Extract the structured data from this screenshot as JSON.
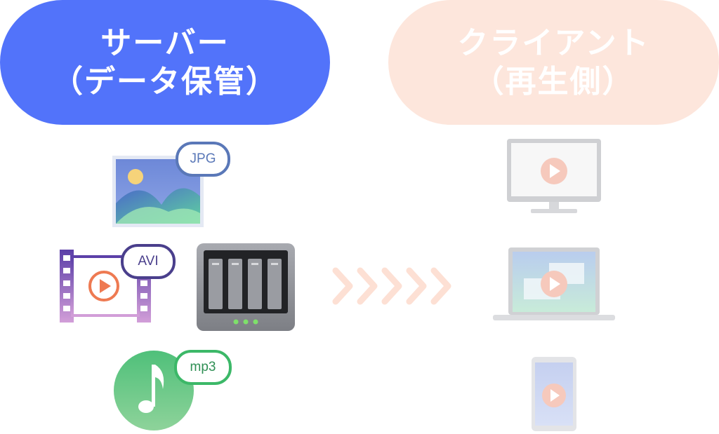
{
  "server": {
    "title_line1": "サーバー",
    "title_line2": "（データ保管）",
    "color": "#5273fa"
  },
  "client": {
    "title_line1": "クライアント",
    "title_line2": "（再生側）",
    "color": "#fde6dc"
  },
  "files": [
    {
      "type": "image",
      "badge": "JPG",
      "icon": "image-file-icon",
      "color": "#5a78b8"
    },
    {
      "type": "video",
      "badge": "AVI",
      "icon": "video-file-icon",
      "color": "#4a3f8c"
    },
    {
      "type": "audio",
      "badge": "mp3",
      "icon": "music-file-icon",
      "color": "#3cb868"
    }
  ],
  "devices": [
    {
      "icon": "monitor-icon"
    },
    {
      "icon": "laptop-icon"
    },
    {
      "icon": "smartphone-icon"
    }
  ],
  "nas": {
    "icon": "nas-server-icon"
  },
  "flow": {
    "icon": "arrow-chevrons-icon",
    "color": "#fde0d4"
  }
}
